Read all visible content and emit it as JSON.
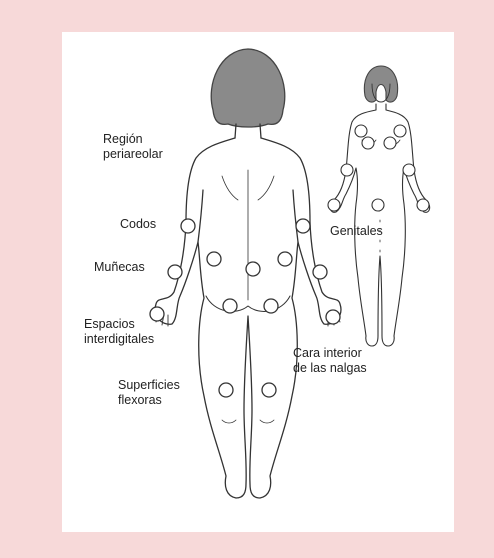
{
  "colors": {
    "frame": "#f7d9d9",
    "panel": "#ffffff",
    "hair": "#8a8a8a",
    "outline": "#333333",
    "marker": "#ffffff"
  },
  "labels": {
    "region_periareolar": "Región\nperiareolar",
    "codos": "Codos",
    "munecas": "Muñecas",
    "espacios_interdigitales": "Espacios\ninterdigitales",
    "superficies_flexoras": "Superficies\nflexoras",
    "cara_interior_nalgas": "Cara interior\nde las nalgas",
    "genitales": "Genitales"
  },
  "icons": {
    "back_figure": "female-body-back-view-icon",
    "front_figure": "female-body-front-view-icon",
    "marker": "circle-marker-icon"
  }
}
